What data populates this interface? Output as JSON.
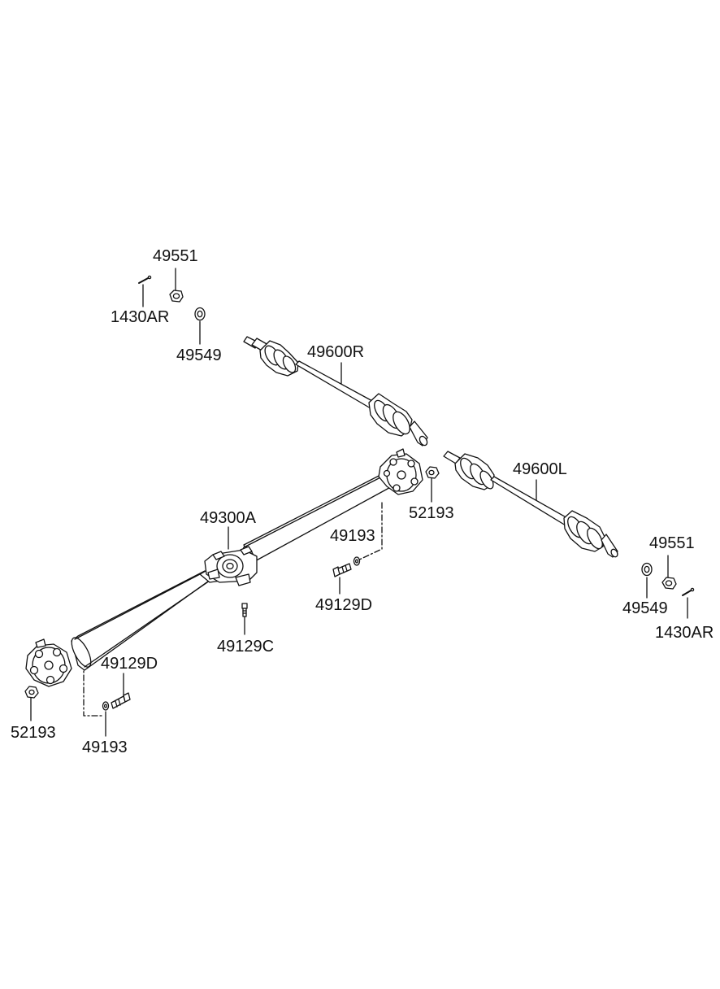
{
  "diagram": {
    "line_color": "#111111",
    "fill_color": "#ffffff",
    "parts": {
      "p49551_top": "49551",
      "p1430AR_top": "1430AR",
      "p49549_top": "49549",
      "p49600R": "49600R",
      "p49600L": "49600L",
      "p52193_right": "52193",
      "p49300A": "49300A",
      "p49193_mid": "49193",
      "p49129D_mid": "49129D",
      "p49129C": "49129C",
      "p49129D_low": "49129D",
      "p52193_left": "52193",
      "p49193_low": "49193",
      "p49551_right": "49551",
      "p49549_right": "49549",
      "p1430AR_right": "1430AR"
    }
  }
}
